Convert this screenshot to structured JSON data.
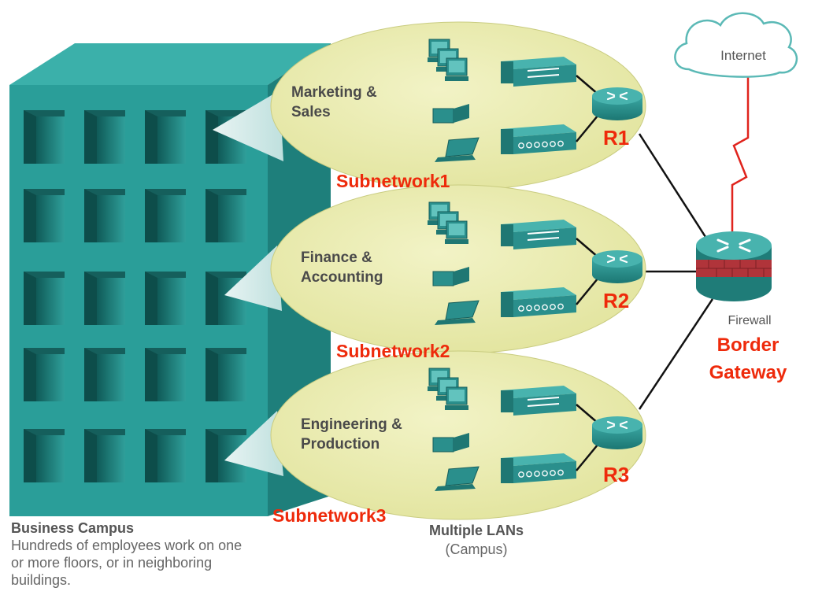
{
  "internet": {
    "label": "Internet"
  },
  "lans": [
    {
      "dept_line1": "Marketing &",
      "dept_line2": "Sales",
      "router": "R1",
      "subnet": "Subnetwork1"
    },
    {
      "dept_line1": "Finance &",
      "dept_line2": "Accounting",
      "router": "R2",
      "subnet": "Subnetwork2"
    },
    {
      "dept_line1": "Engineering &",
      "dept_line2": "Production",
      "router": "R3",
      "subnet": "Subnetwork3"
    }
  ],
  "gateway": {
    "device_label": "Firewall",
    "line1": "Border",
    "line2": "Gateway"
  },
  "campus": {
    "title": "Business Campus",
    "desc_lines": [
      "Hundreds of employees work on one",
      "or more floors, or in neighboring",
      "buildings."
    ]
  },
  "multiple_lans": {
    "title": "Multiple LANs",
    "subtitle": "(Campus)"
  },
  "colors": {
    "building_front": "#2a9e99",
    "building_side": "#1e7f7b",
    "building_top": "#3bb0aa",
    "ellipse_fill": "#e8eaa6",
    "device": "#2a8f8c",
    "label_red": "#ee2a0b",
    "link": "#111111",
    "wan_link": "#e0241d"
  }
}
